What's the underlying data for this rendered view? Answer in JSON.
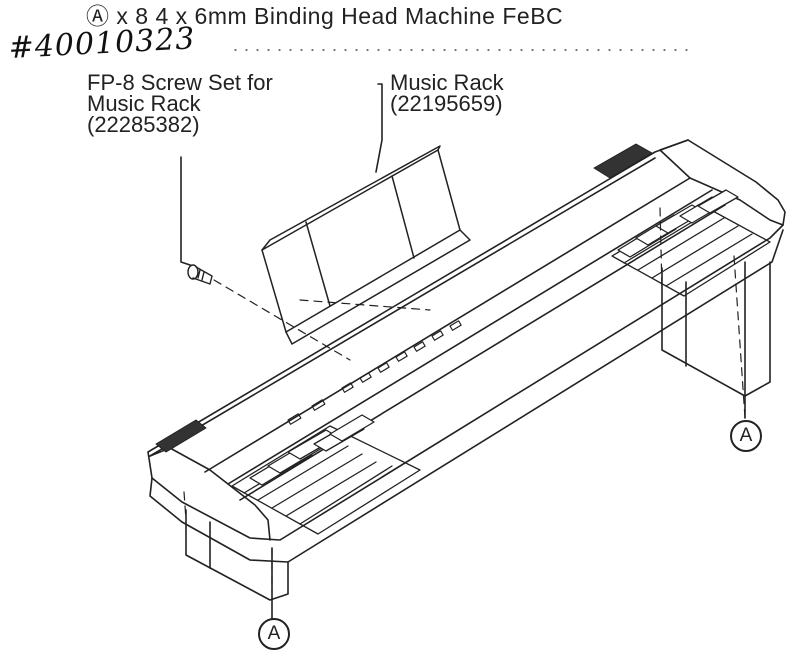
{
  "header": {
    "title": "Ⓐ x 8  4 x 6mm Binding Head Machine FeBC",
    "handwritten_number": "#40010323"
  },
  "labels": {
    "screw_set": [
      "FP-8 Screw Set for",
      "Music Rack",
      "(22285382)"
    ],
    "music_rack": [
      "Music Rack",
      "(22195659)"
    ]
  },
  "callouts": {
    "right": "A",
    "left": "A"
  },
  "colors": {
    "line": "#222222",
    "paper": "#ffffff"
  }
}
